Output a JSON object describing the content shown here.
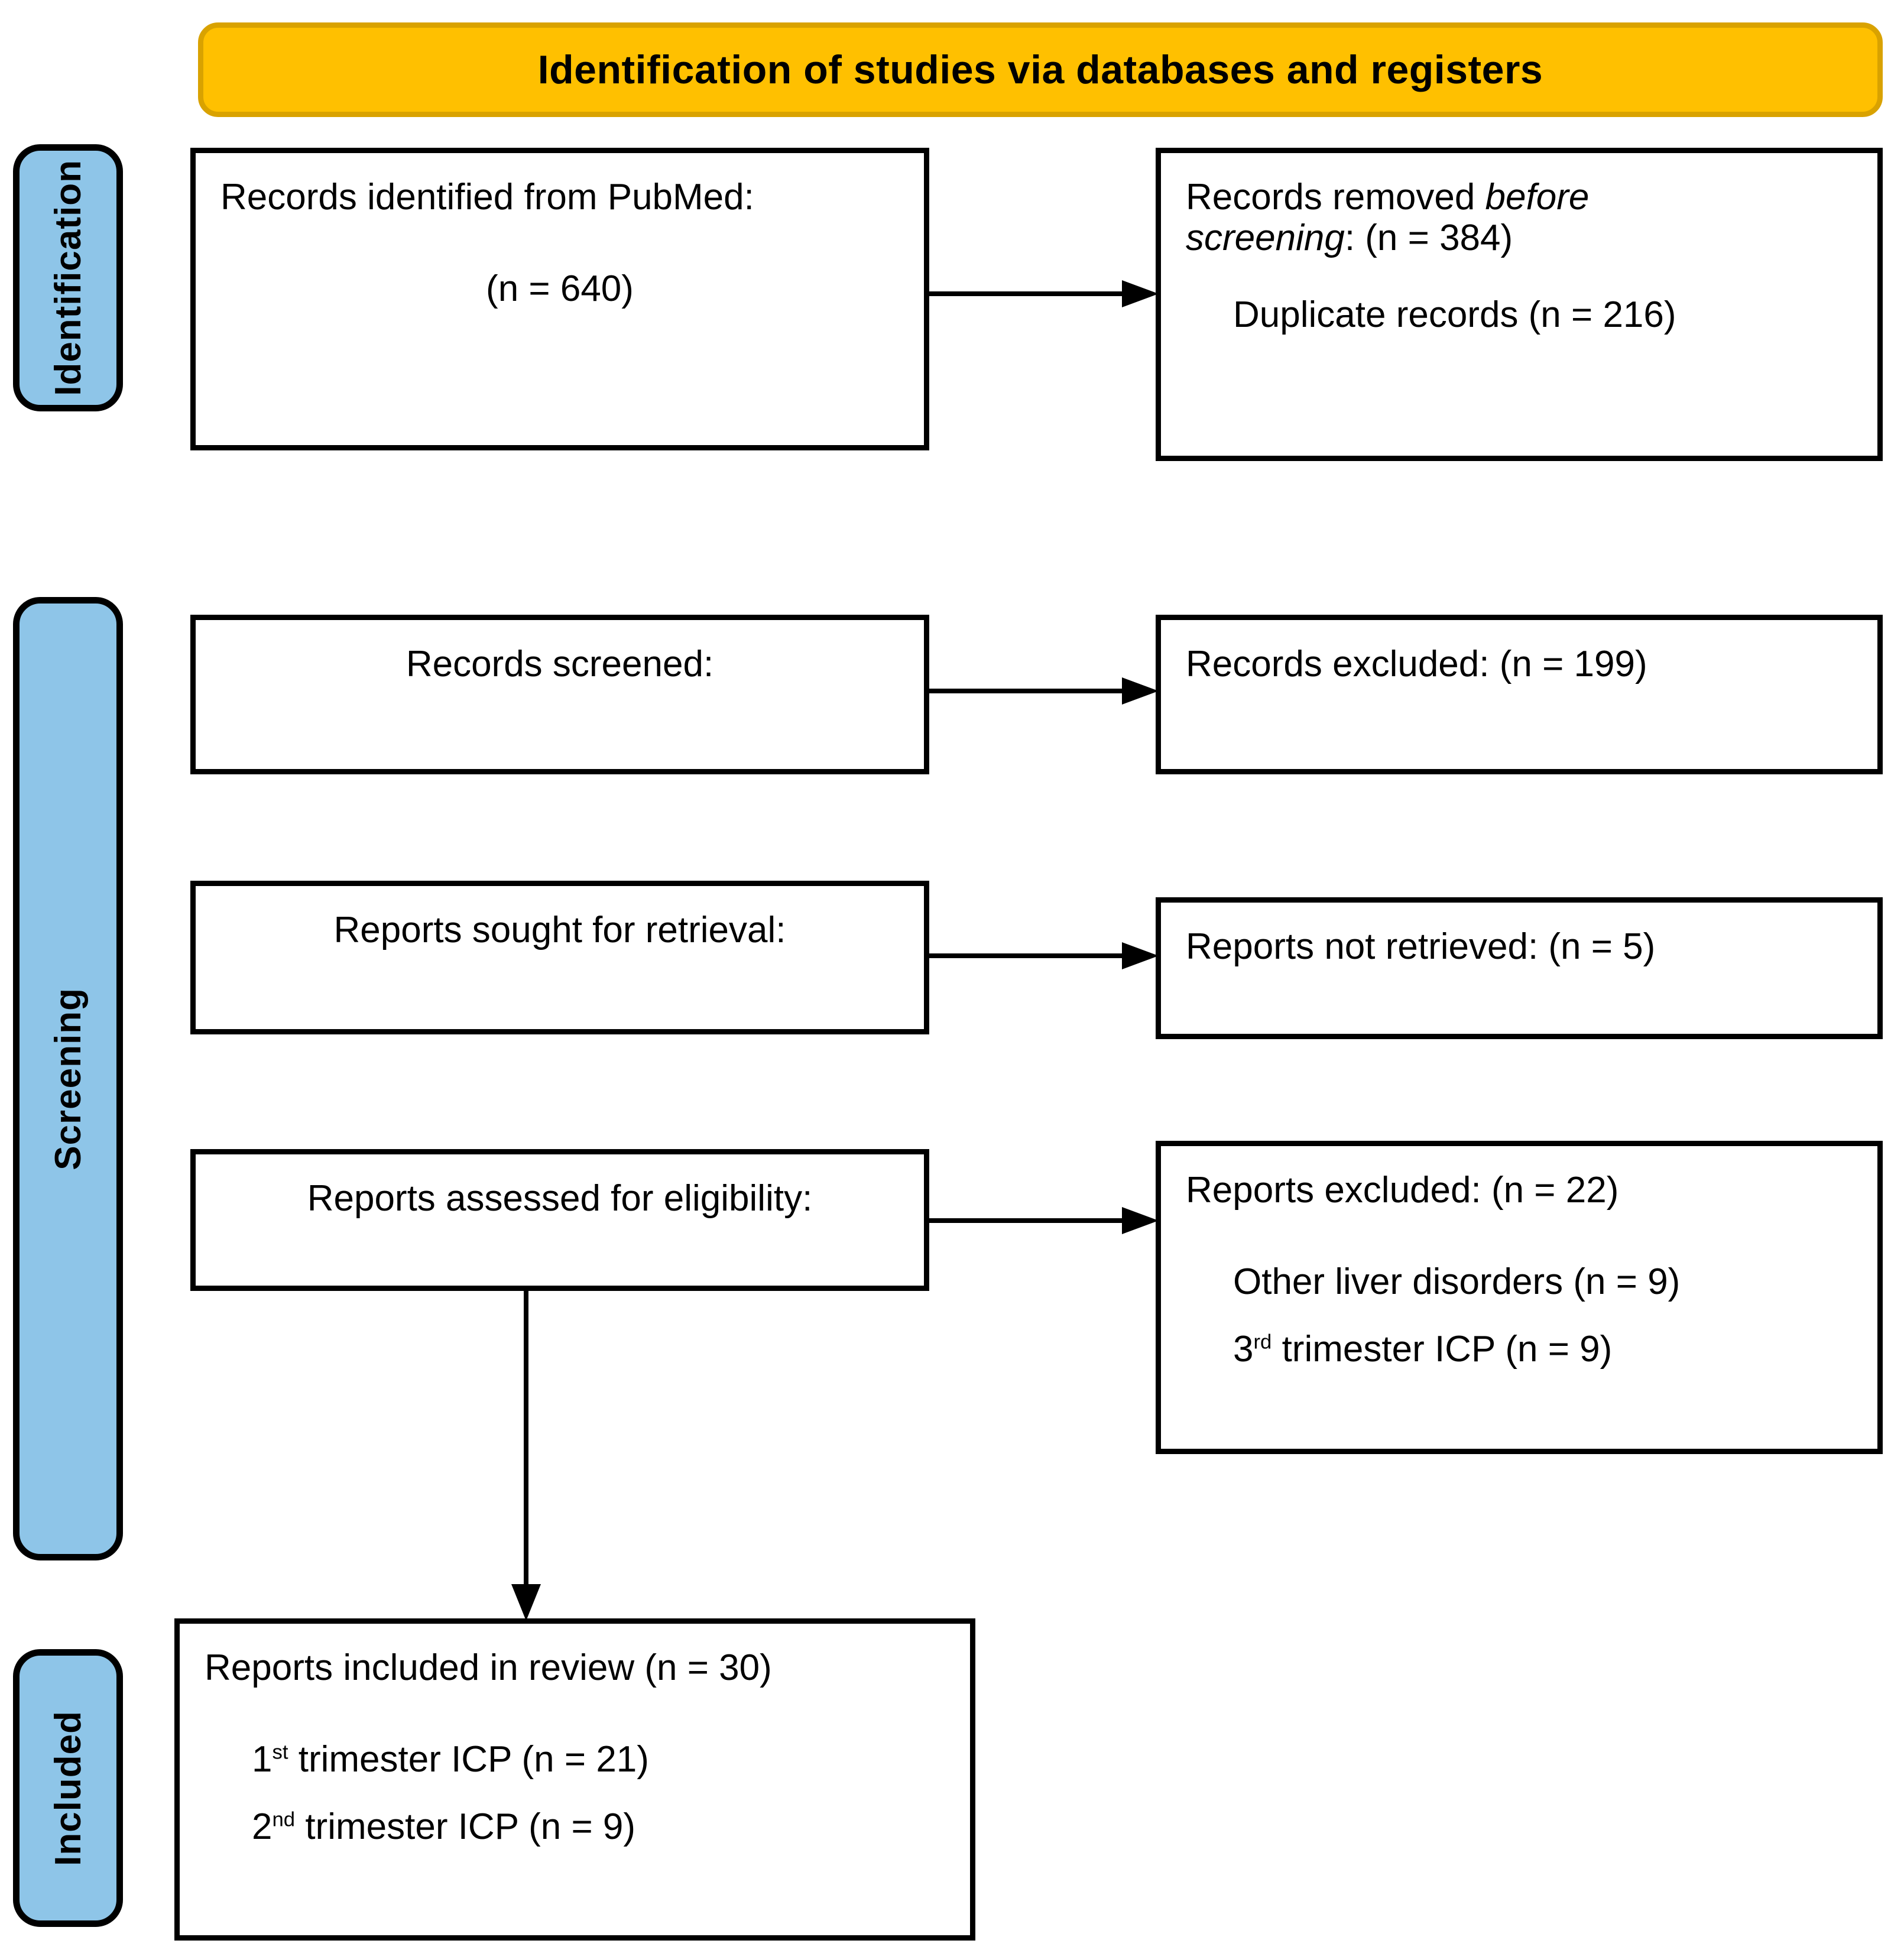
{
  "header": {
    "title": "Identification of studies via databases and registers",
    "fill_color": "#FFC000",
    "border_color": "#D9A200"
  },
  "stages": [
    {
      "label": "Identification",
      "fill_color": "#8EC5E8"
    },
    {
      "label": "Screening",
      "fill_color": "#8EC5E8"
    },
    {
      "label": "Included",
      "fill_color": "#8EC5E8"
    }
  ],
  "boxes": {
    "identified": {
      "line1": "Records identified from PubMed:",
      "line2": "(n = 640)"
    },
    "removed": {
      "line1_a": "Records removed ",
      "line1_em": "before",
      "line2_em": "screening",
      "line2_b": ": (n = 384)",
      "line3": "Duplicate records (n = 216)"
    },
    "screened": {
      "line1": "Records screened:"
    },
    "excluded_records": {
      "line1": "Records excluded: (n = 199)"
    },
    "sought": {
      "line1": "Reports sought for retrieval:"
    },
    "not_retrieved": {
      "line1": "Reports not retrieved: (n = 5)"
    },
    "assessed": {
      "line1": "Reports assessed for eligibility:"
    },
    "excluded_reports": {
      "line1": "Reports excluded: (n = 22)",
      "line2": "Other liver disorders (n = 9)",
      "line3_num": "3",
      "line3_sup": "rd",
      "line3_rest": " trimester ICP (n = 9)"
    },
    "included": {
      "line1": "Reports included in review (n = 30)",
      "line2_num": "1",
      "line2_sup": "st",
      "line2_rest": " trimester ICP (n = 21)",
      "line3_num": "2",
      "line3_sup": "nd",
      "line3_rest": " trimester ICP (n = 9)"
    }
  }
}
